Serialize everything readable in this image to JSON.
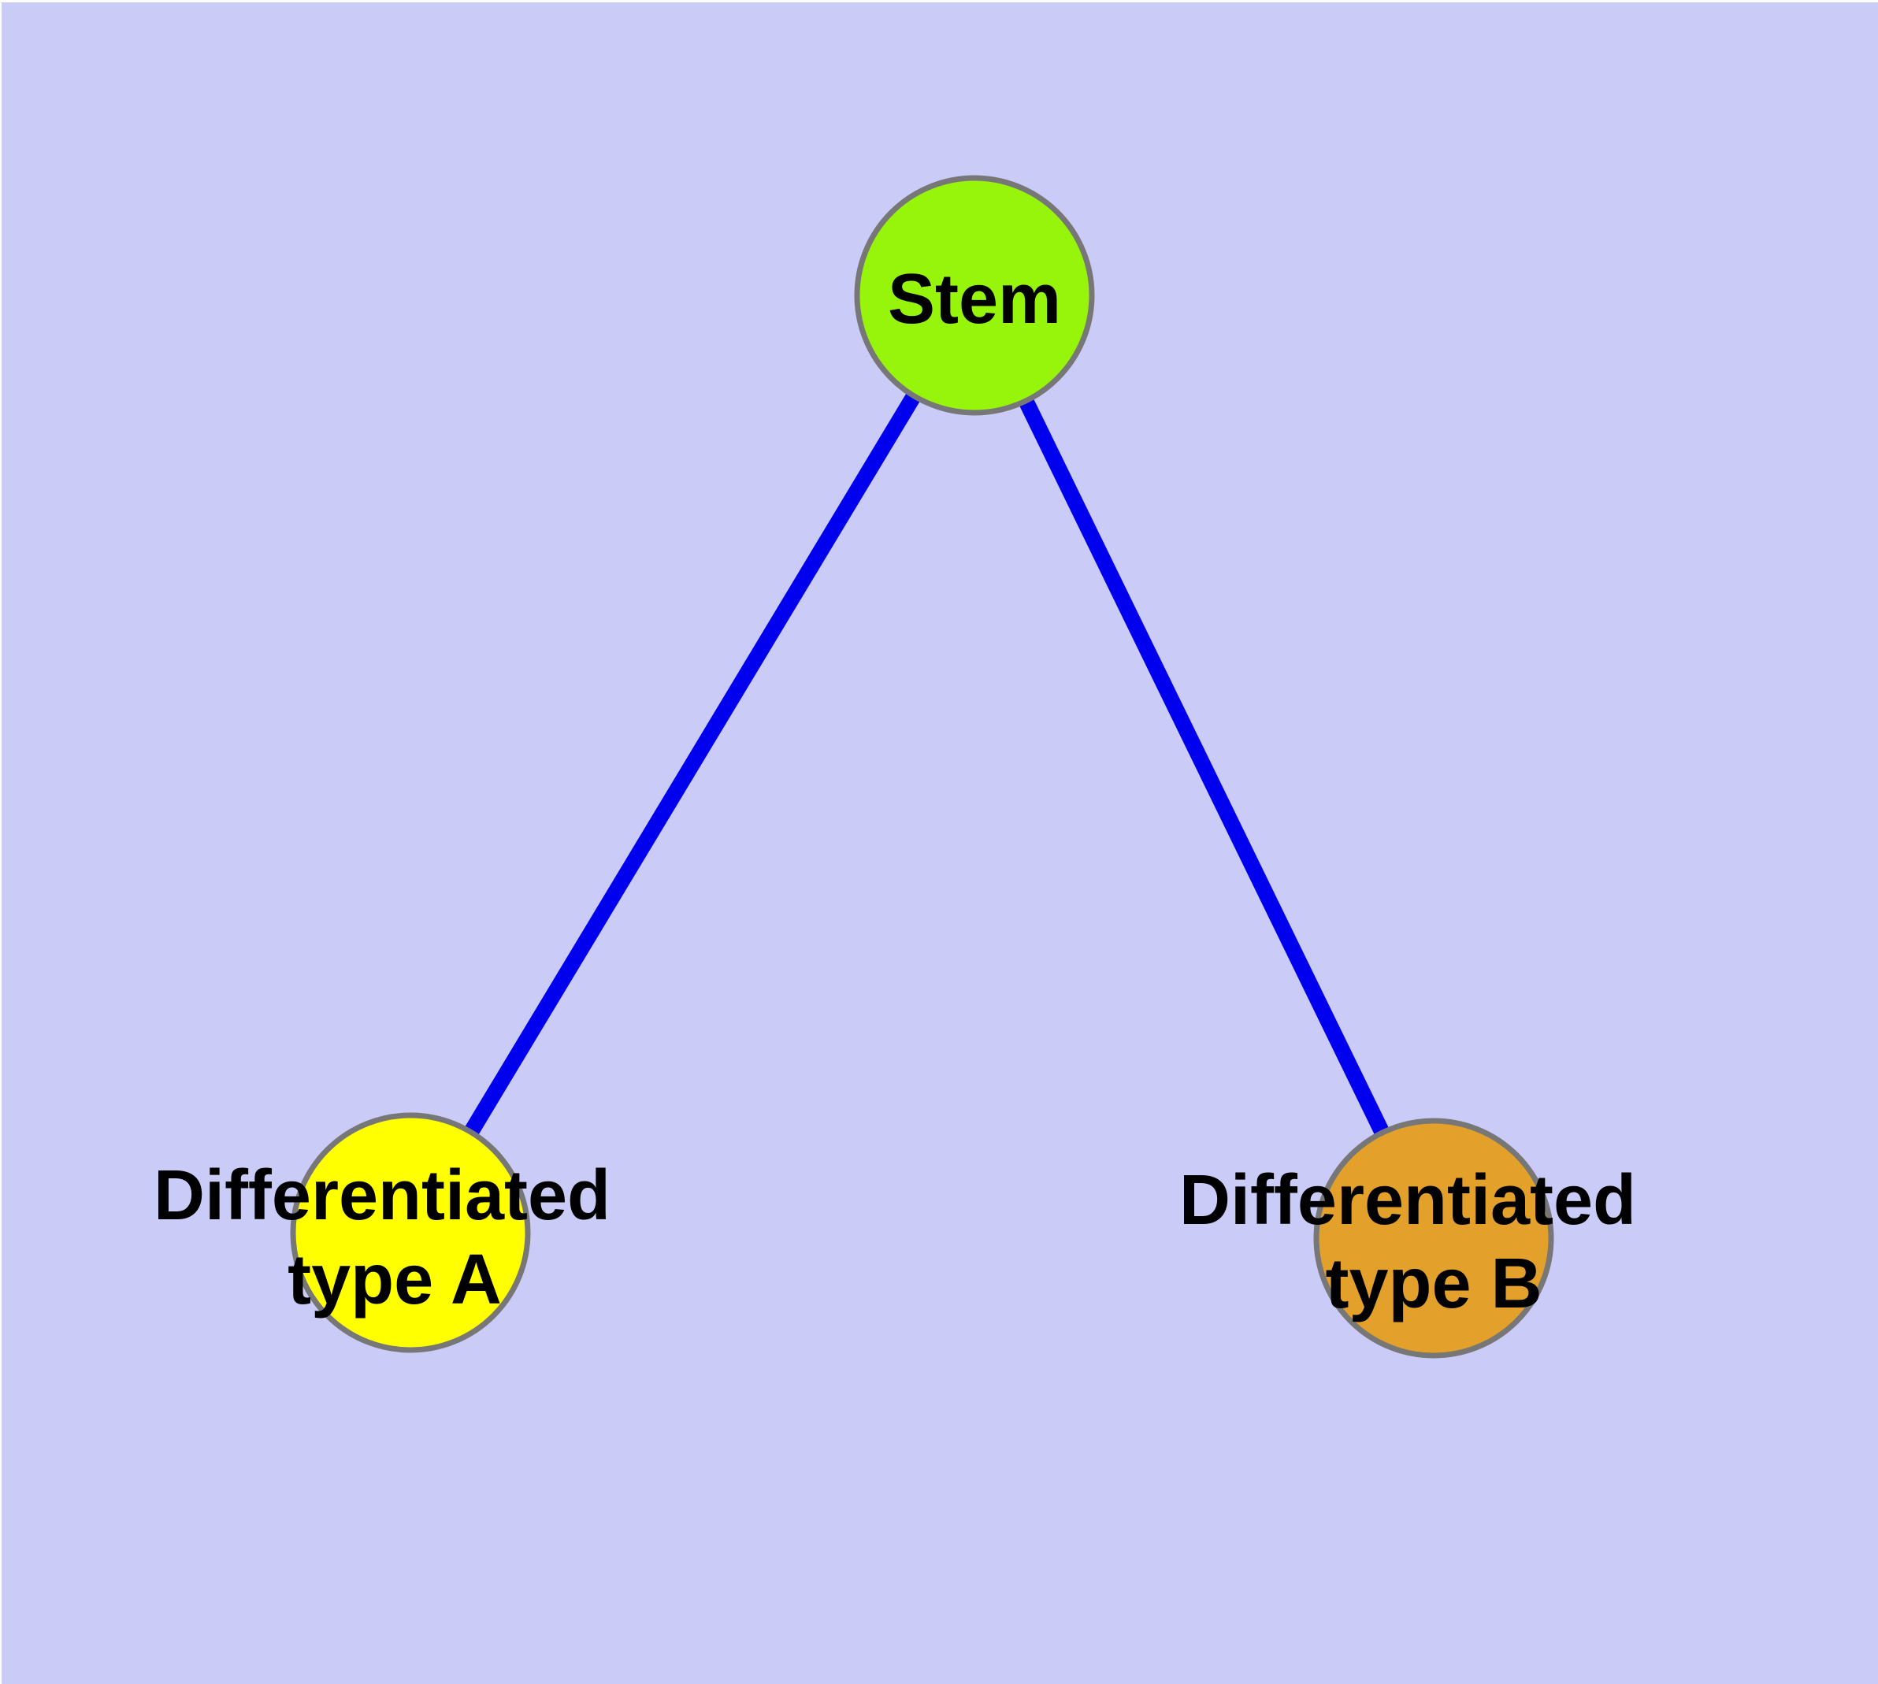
{
  "diagram": {
    "type": "graph",
    "description": "Stem cell differentiation diagram with one root node and two child nodes",
    "background_color": "#cacbf7",
    "margin_color": "#ffffff",
    "edge_color": "#0000ee",
    "node_border_color": "#777777",
    "label_color": "#000000",
    "nodes": [
      {
        "id": "stem",
        "label": "Stem",
        "fill": "#96f50a"
      },
      {
        "id": "differentiated-type-a",
        "label": "Differentiated type A",
        "label_lines": [
          "Differentiated",
          "type A"
        ],
        "fill": "#ffff00"
      },
      {
        "id": "differentiated-type-b",
        "label": "Differentiated type B",
        "label_lines": [
          "Differentiated",
          "type B"
        ],
        "fill": "#e3a02a"
      }
    ],
    "edges": [
      {
        "source": "stem",
        "target": "differentiated-type-a"
      },
      {
        "source": "stem",
        "target": "differentiated-type-b"
      }
    ]
  }
}
